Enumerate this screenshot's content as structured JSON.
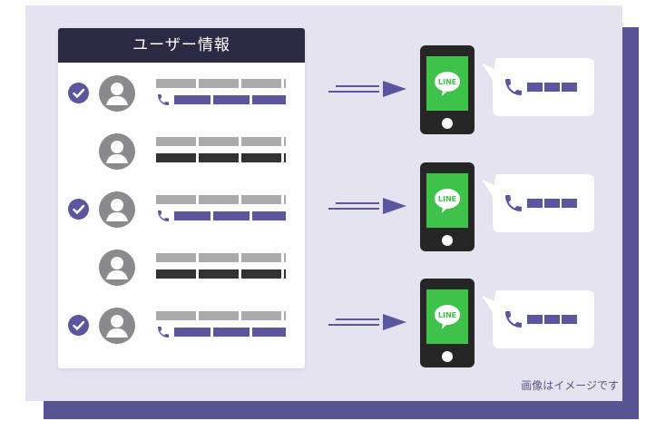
{
  "card": {
    "title": "ユーザー情報"
  },
  "users": [
    {
      "checked": true,
      "line_type": "phone"
    },
    {
      "checked": false,
      "line_type": "plain"
    },
    {
      "checked": true,
      "line_type": "phone"
    },
    {
      "checked": false,
      "line_type": "plain"
    },
    {
      "checked": true,
      "line_type": "phone"
    }
  ],
  "deliveries": [
    {
      "app_label": "LINE"
    },
    {
      "app_label": "LINE"
    },
    {
      "app_label": "LINE"
    }
  ],
  "caption": "画像はイメージです",
  "colors": {
    "accent": "#5a56a0",
    "header": "#2b2a45",
    "background": "#e6e3f0",
    "line_green": "#3fc24a",
    "icon_gray": "#898a8d"
  },
  "icons": {
    "check": "check-circle-icon",
    "user": "user-avatar-icon",
    "phone": "phone-icon",
    "arrow": "arrow-right-icon",
    "smartphone": "smartphone-icon",
    "line_logo": "line-logo-icon",
    "bubble": "speech-bubble-icon"
  }
}
